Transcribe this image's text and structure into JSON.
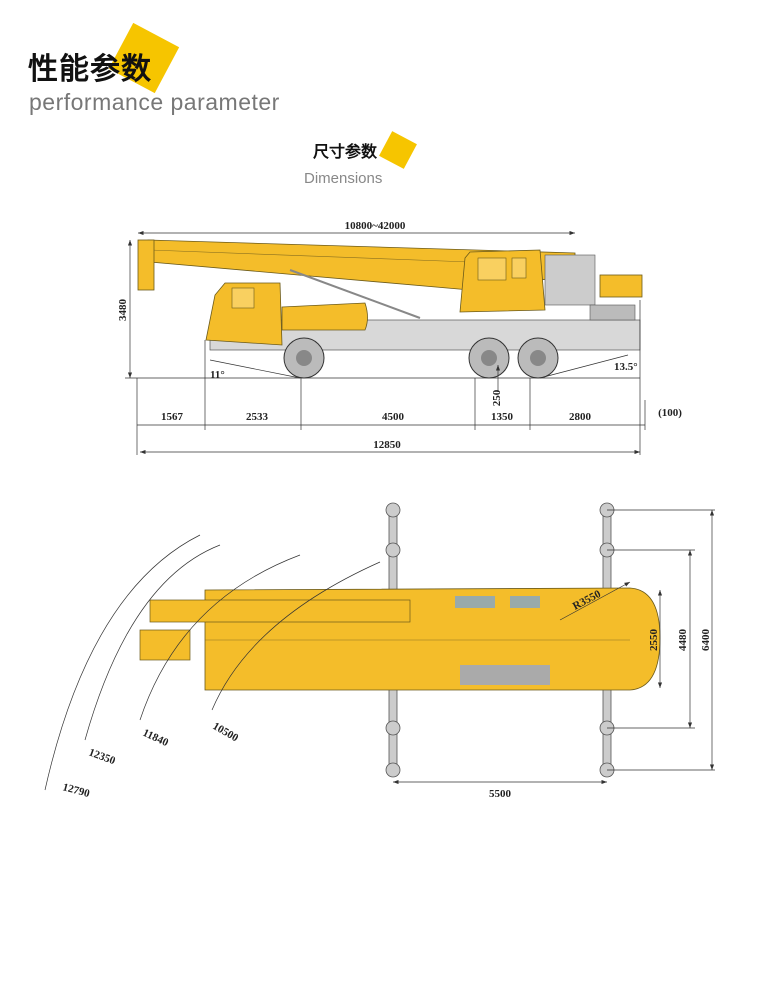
{
  "header": {
    "title_cn": "性能参数",
    "title_en": "performance parameter"
  },
  "section": {
    "title_cn": "尺寸参数",
    "title_en": "Dimensions"
  },
  "side_view": {
    "boom_length": "10800~42000",
    "height": "3480",
    "approach_angle": "11°",
    "departure_angle": "13.5°",
    "ground_clearance": "250",
    "segments": [
      "1567",
      "2533",
      "4500",
      "1350",
      "2800"
    ],
    "overhang": "(100)",
    "total_length": "12850"
  },
  "top_view": {
    "tail_radius": "R3550",
    "outrigger_longitudinal": "5500",
    "widths": [
      "2550",
      "4480",
      "6400"
    ],
    "turning_radii": [
      "10500",
      "11840",
      "12350",
      "12790"
    ]
  },
  "colors": {
    "accent": "#f6c500",
    "crane": "#f4bd2a"
  }
}
